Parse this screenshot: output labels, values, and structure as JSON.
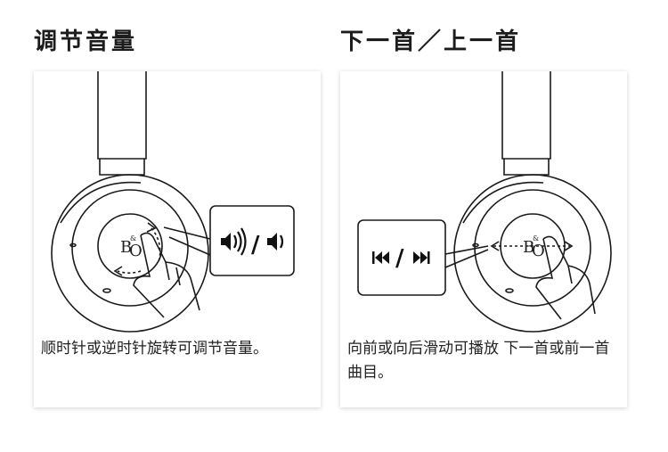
{
  "sections": [
    {
      "heading": "调节音量",
      "caption": "顺时针或逆时针旋转可调节音量。",
      "logo_main": "B",
      "logo_amp": "&",
      "logo_o": "O",
      "callout_slash": "/"
    },
    {
      "heading": "下一首／上一首",
      "caption": "向前或向后滑动可播放 下一首或前一首曲目。",
      "logo_main": "B",
      "logo_amp": "&",
      "logo_o": "O",
      "callout_slash": "/"
    }
  ],
  "icons": {
    "left_callout": [
      "volume-up-icon",
      "volume-down-icon"
    ],
    "right_callout": [
      "previous-track-icon",
      "next-track-icon"
    ]
  }
}
